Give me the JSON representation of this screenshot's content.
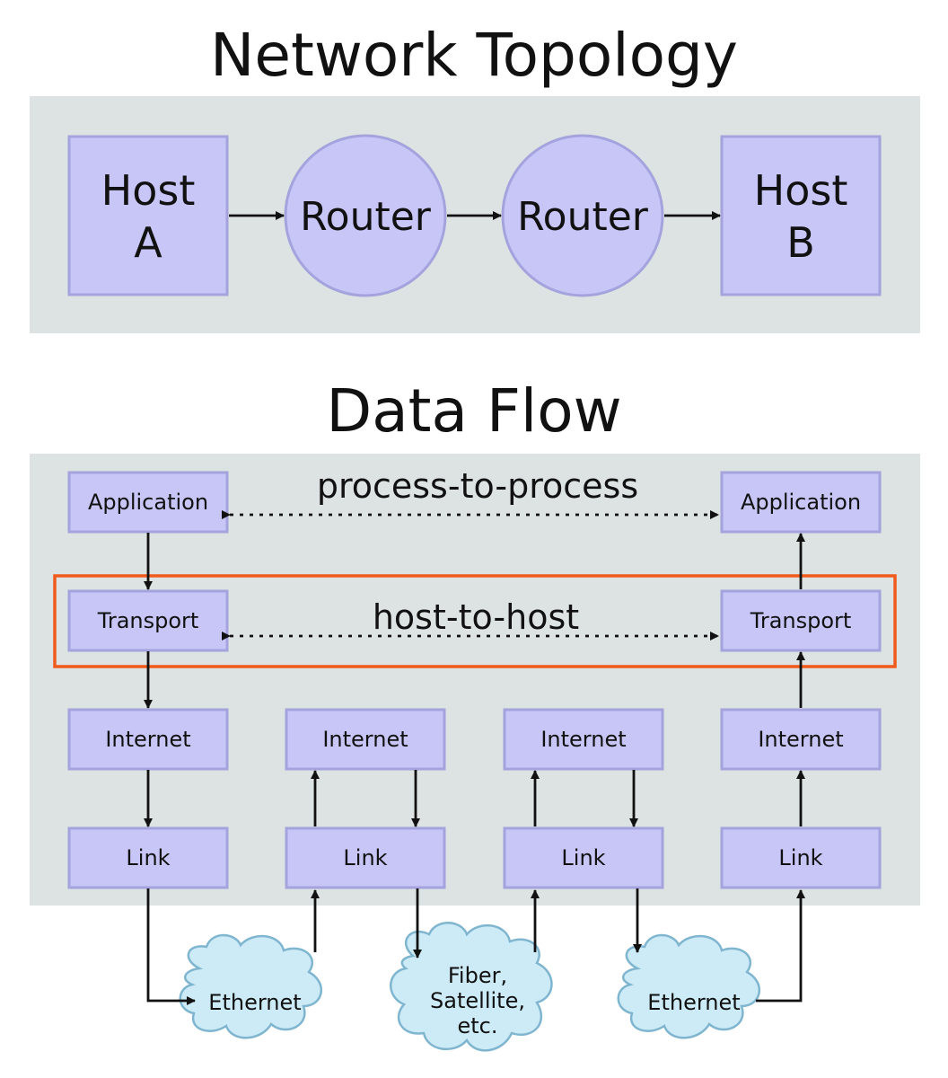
{
  "diagram": {
    "topology_title": "Network Topology",
    "dataflow_title": "Data Flow",
    "topology": {
      "host_a": [
        "Host",
        "A"
      ],
      "router_1": "Router",
      "router_2": "Router",
      "host_b": [
        "Host",
        "B"
      ]
    },
    "flow_labels": {
      "process_to_process": "process-to-process",
      "host_to_host": "host-to-host"
    },
    "stacks": {
      "left": {
        "application": "Application",
        "transport": "Transport",
        "internet": "Internet",
        "link": "Link"
      },
      "router1": {
        "internet": "Internet",
        "link": "Link"
      },
      "router2": {
        "internet": "Internet",
        "link": "Link"
      },
      "right": {
        "application": "Application",
        "transport": "Transport",
        "internet": "Internet",
        "link": "Link"
      }
    },
    "media": {
      "cloud_1": "Ethernet",
      "cloud_2": [
        "Fiber,",
        "Satellite,",
        "etc."
      ],
      "cloud_3": "Ethernet"
    },
    "colors": {
      "panel": "#dde3e2",
      "node_fill": "#c7c6f6",
      "node_stroke": "#a4a3de",
      "cloud_fill": "#cdebf7",
      "highlight": "#f05a1c"
    }
  }
}
